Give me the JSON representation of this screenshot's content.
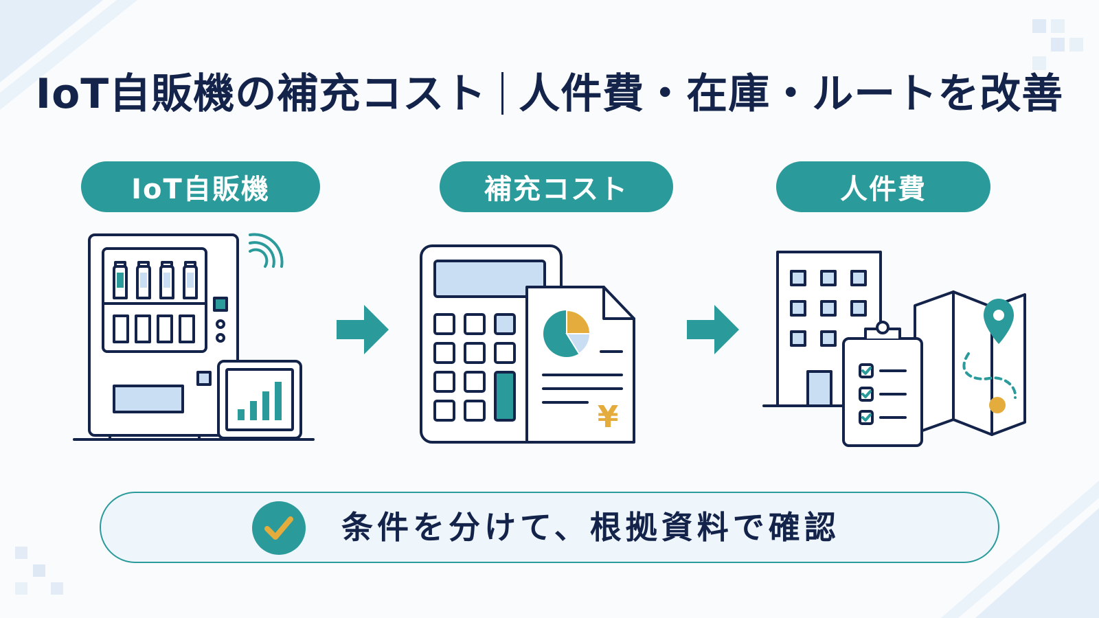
{
  "title": {
    "main": "IoT自販機の補充コスト",
    "sub": "人件費・在庫・ルートを改善"
  },
  "steps": [
    {
      "label": "IoT自販機",
      "icon": "vending-machine-icon"
    },
    {
      "label": "補充コスト",
      "icon": "calculator-report-icon"
    },
    {
      "label": "人件費",
      "icon": "building-checklist-map-icon"
    }
  ],
  "banner": {
    "text": "条件を分けて、根拠資料で確認",
    "icon": "check-icon"
  },
  "report": {
    "currency_symbol": "¥"
  },
  "colors": {
    "navy": "#14234a",
    "teal": "#2a9a9b",
    "light_blue": "#c9def2",
    "gold": "#e4ac3c",
    "background": "#f9fbfd"
  }
}
